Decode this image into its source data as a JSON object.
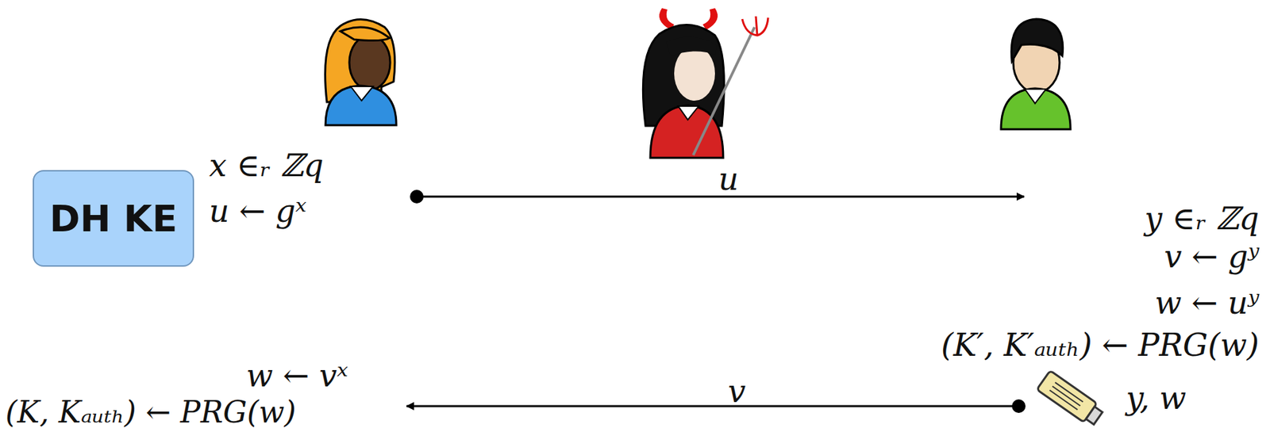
{
  "diagram": {
    "nodes": [
      {
        "text": [
          "DH KE"
        ]
      }
    ],
    "edges": [],
    "labels": [
      "x ∈ᵣ ℤq",
      "u ← gˣ",
      "u",
      "y ∈ᵣ ℤq",
      "v ← gʸ",
      "w ← uʸ",
      "(K′, K′ₐᵤₜₕ) ← PRG(w)",
      "w ← vˣ",
      "(K, Kₐᵤₜₕ) ← PRG(w)",
      "v",
      "y, w"
    ]
  }
}
